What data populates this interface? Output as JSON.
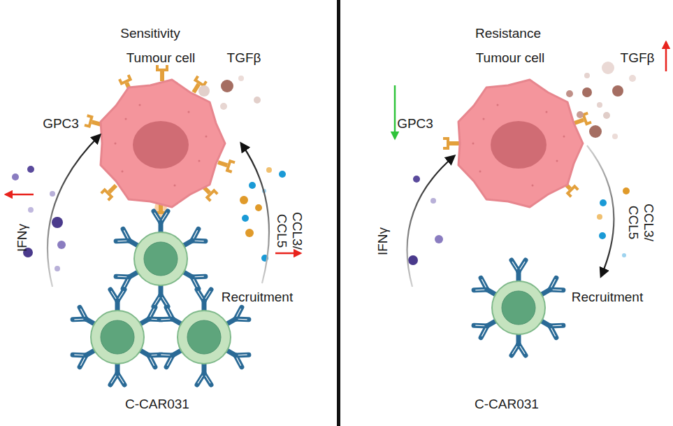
{
  "diagram": {
    "nodes": [
      {
        "text": [
          "Tumour cell"
        ]
      },
      {
        "text": [
          "C-CAR031"
        ]
      },
      {
        "text": [
          "Tumour cell"
        ]
      },
      {
        "text": [
          "C-CAR031"
        ]
      }
    ],
    "edges": [
      {
        "from": 1,
        "to": 0,
        "arrow": "to",
        "label": "IFNγ"
      },
      {
        "from": 1,
        "to": 0,
        "arrow": "to",
        "label": "CCL3/ CCL5"
      },
      {
        "from": 3,
        "to": 2,
        "arrow": "to",
        "label": "IFNγ"
      },
      {
        "from": 2,
        "to": 3,
        "arrow": "to",
        "label": "CCL3/ CCL5"
      }
    ],
    "labels": [
      "Sensitivity",
      "TGFβ",
      "GPC3",
      "Recruitment",
      "Resistance",
      "TGFβ",
      "GPC3",
      "Recruitment"
    ]
  }
}
